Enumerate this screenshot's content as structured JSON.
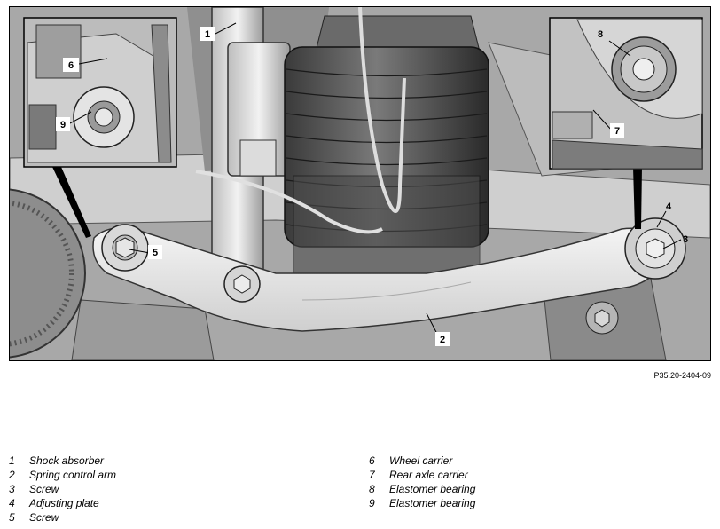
{
  "figure": {
    "reference_code": "P35.20-2404-09",
    "callouts": [
      "1",
      "2",
      "3",
      "4",
      "5",
      "6",
      "7",
      "8",
      "9"
    ]
  },
  "legend": {
    "left": [
      {
        "num": "1",
        "label": "Shock absorber"
      },
      {
        "num": "2",
        "label": "Spring control arm"
      },
      {
        "num": "3",
        "label": "Screw"
      },
      {
        "num": "4",
        "label": "Adjusting plate"
      },
      {
        "num": "5",
        "label": "Screw"
      }
    ],
    "right": [
      {
        "num": "6",
        "label": "Wheel carrier"
      },
      {
        "num": "7",
        "label": "Rear axle carrier"
      },
      {
        "num": "8",
        "label": "Elastomer bearing"
      },
      {
        "num": "9",
        "label": "Elastomer bearing"
      }
    ]
  }
}
